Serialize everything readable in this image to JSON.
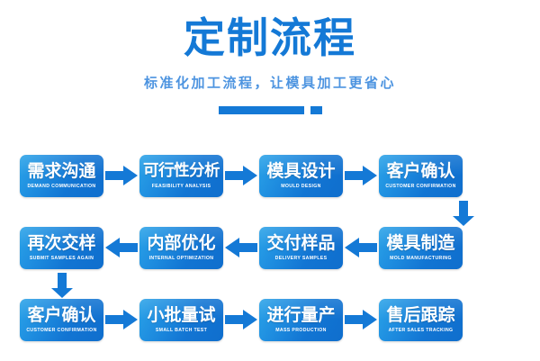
{
  "header": {
    "title": "定制流程",
    "subtitle": "标准化加工流程，让模具加工更省心",
    "divider_long_label": "divider-bar",
    "divider_dot_label": "divider-dot"
  },
  "colors": {
    "brand_blue": "#1479d6",
    "node_light": "#2aa3e8",
    "node_dark": "#0f6ecd",
    "subtitle_blue": "#4d94e0",
    "background": "#ffffff",
    "text_on_node": "#ffffff"
  },
  "flow": {
    "rows": [
      {
        "direction": "right",
        "nodes": [
          {
            "cn": "需求沟通",
            "en": "DEMAND COMMUNICATION"
          },
          {
            "cn": "可行性分析",
            "en": "FEASIBILITY ANALYSIS"
          },
          {
            "cn": "模具设计",
            "en": "MOULD DESIGN"
          },
          {
            "cn": "客户确认",
            "en": "CUSTOMER CONFIRMATION"
          }
        ],
        "connector_icon": "arrow-right-icon"
      },
      {
        "direction": "left",
        "nodes": [
          {
            "cn": "再次交样",
            "en": "SUBMIT SAMPLES AGAIN"
          },
          {
            "cn": "内部优化",
            "en": "INTERNAL OPTIMIZATION"
          },
          {
            "cn": "交付样品",
            "en": "DELIVERY SAMPLES"
          },
          {
            "cn": "模具制造",
            "en": "MOLD MANUFACTURING"
          }
        ],
        "connector_icon": "arrow-left-icon"
      },
      {
        "direction": "right",
        "nodes": [
          {
            "cn": "客户确认",
            "en": "CUSTOMER CONFIRMATION"
          },
          {
            "cn": "小批量试",
            "en": "SMALL BATCH TEST"
          },
          {
            "cn": "进行量产",
            "en": "MASS PRODUCTION"
          },
          {
            "cn": "售后跟踪",
            "en": "AFTER SALES TRACKING"
          }
        ],
        "connector_icon": "arrow-right-icon"
      }
    ],
    "vertical_connectors": [
      {
        "icon": "arrow-down-icon",
        "from": "客户确认",
        "to": "模具制造",
        "column": "right"
      },
      {
        "icon": "arrow-down-icon",
        "from": "再次交样",
        "to": "客户确认",
        "column": "left"
      }
    ]
  }
}
